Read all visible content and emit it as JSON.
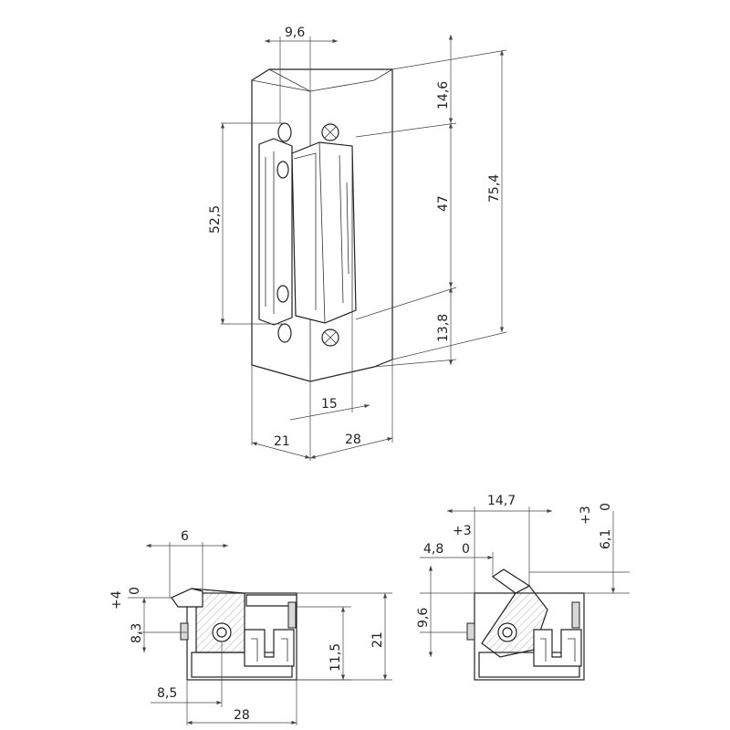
{
  "front_view": {
    "dims": {
      "top_width": "9,6",
      "top_height": "14,6",
      "total_height": "75,4",
      "latch_height": "47",
      "left_span": "52,5",
      "bottom_height": "13,8",
      "latch_depth": "15",
      "width_left": "21",
      "width_right": "28"
    }
  },
  "side_view_left": {
    "dims": {
      "top": "6",
      "tol_plus": "+4",
      "tol_zero": "0",
      "left_height": "8,3",
      "inner_height": "11,5",
      "total_height": "21",
      "bottom_offset": "8,5",
      "total_width": "28"
    }
  },
  "side_view_right": {
    "dims": {
      "top_width": "14,7",
      "tol_plus_top": "+3",
      "tol_zero_top": "0",
      "right_value": "6,1",
      "tol_plus_right": "+3",
      "tol_zero_right": "0",
      "inner_offset": "4,8",
      "left_height": "9,6"
    }
  }
}
